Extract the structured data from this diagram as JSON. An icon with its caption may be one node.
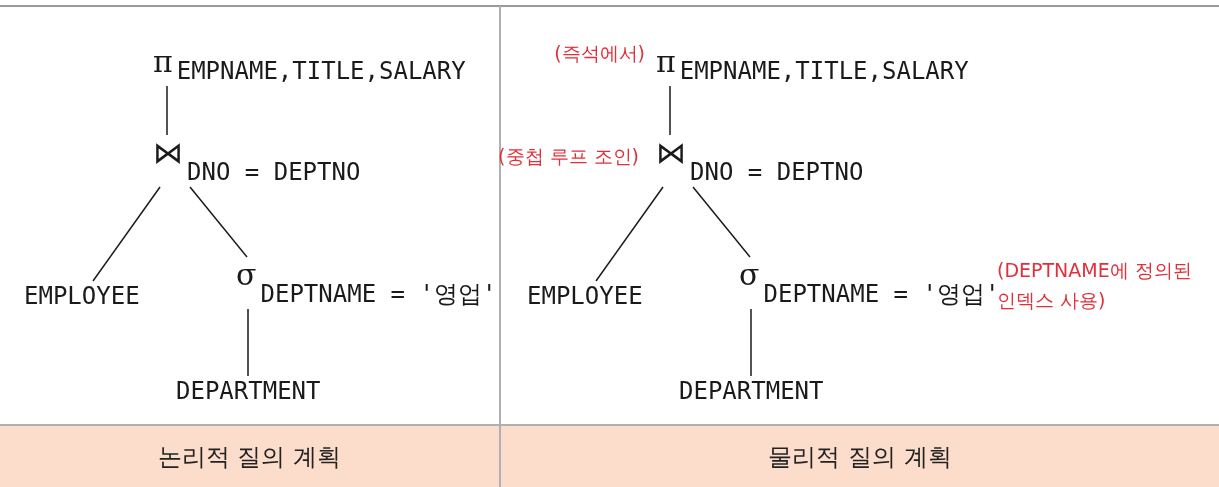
{
  "diagram": {
    "nodes": [
      {
        "text": [
          "π",
          "EMPNAME,TITLE,SALARY"
        ]
      },
      {
        "text": [
          "⋈",
          "DNO = DEPTNO"
        ]
      },
      {
        "text": [
          "EMPLOYEE"
        ]
      },
      {
        "text": [
          "σ",
          "DEPTNAME = '영업'"
        ]
      },
      {
        "text": [
          "DEPARTMENT"
        ]
      },
      {
        "text": [
          "π",
          "EMPNAME,TITLE,SALARY"
        ],
        "beside": [
          "(즉석에서)"
        ]
      },
      {
        "text": [
          "⋈",
          "DNO = DEPTNO"
        ],
        "beside": [
          "(중첩 루프 조인)"
        ]
      },
      {
        "text": [
          "EMPLOYEE"
        ]
      },
      {
        "text": [
          "σ",
          "DEPTNAME = '영업'"
        ],
        "beside": [
          "(DEPTNAME에 정의된 인덱스 사용)"
        ]
      },
      {
        "text": [
          "DEPARTMENT"
        ]
      }
    ],
    "edges": [
      {
        "from": 0,
        "to": 1,
        "arrow": "none"
      },
      {
        "from": 1,
        "to": 2,
        "arrow": "none"
      },
      {
        "from": 1,
        "to": 3,
        "arrow": "none"
      },
      {
        "from": 3,
        "to": 4,
        "arrow": "none"
      },
      {
        "from": 5,
        "to": 6,
        "arrow": "none"
      },
      {
        "from": 6,
        "to": 7,
        "arrow": "none"
      },
      {
        "from": 6,
        "to": 8,
        "arrow": "none"
      },
      {
        "from": 8,
        "to": 9,
        "arrow": "none"
      }
    ],
    "labels": [
      "논리적 질의 계획",
      "물리적 질의 계획"
    ]
  }
}
